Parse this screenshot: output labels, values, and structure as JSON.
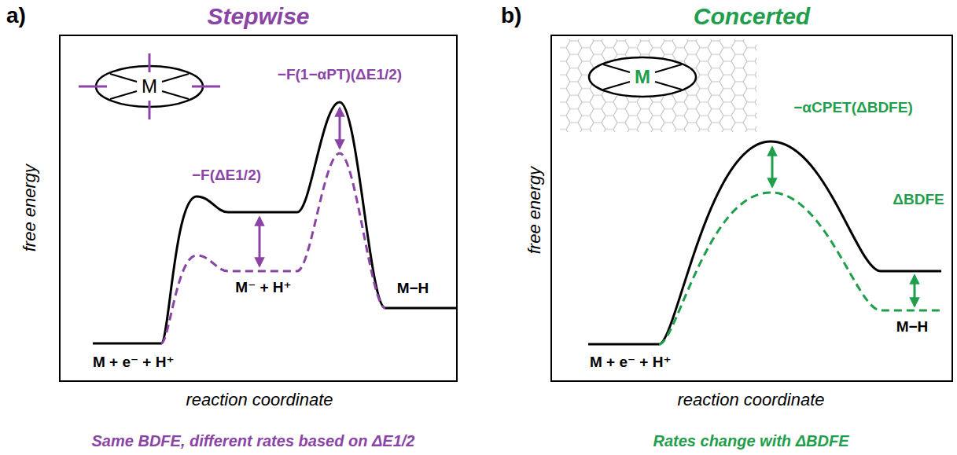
{
  "diagram": {
    "nodes": [
      {
        "text": [
          "Stepwise"
        ]
      },
      {
        "text": [
          "M"
        ],
        "in": 0
      },
      {
        "text": [
          "Concerted"
        ]
      },
      {
        "text": [
          "M"
        ],
        "in": 2
      }
    ],
    "labels": [
      "a)",
      "−F(1−αPT)(ΔE1/2)",
      "−F(ΔE1/2)",
      "M⁻ + H⁺",
      "M−H",
      "M + e⁻ + H⁺",
      "free energy",
      "reaction coordinate",
      "Same BDFE, different rates based on ΔE1/2",
      "b)",
      "−αCPET(ΔBDFE)",
      "ΔBDFE",
      "M−H",
      "M + e⁻ + H⁺",
      "free energy",
      "reaction coordinate",
      "Rates change with ΔBDFE"
    ]
  }
}
